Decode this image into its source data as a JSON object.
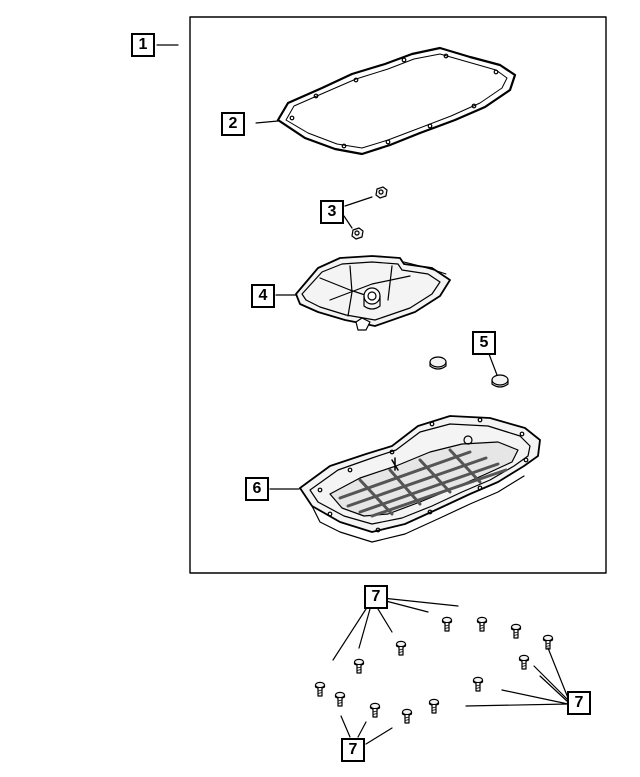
{
  "callouts": {
    "c1": "1",
    "c2": "2",
    "c3": "3",
    "c4": "4",
    "c5": "5",
    "c6": "6",
    "c7a": "7",
    "c7b": "7",
    "c7c": "7"
  },
  "colors": {
    "line": "#000000",
    "part_fill": "#f4f4f4",
    "shade": "#bdbdbd"
  }
}
